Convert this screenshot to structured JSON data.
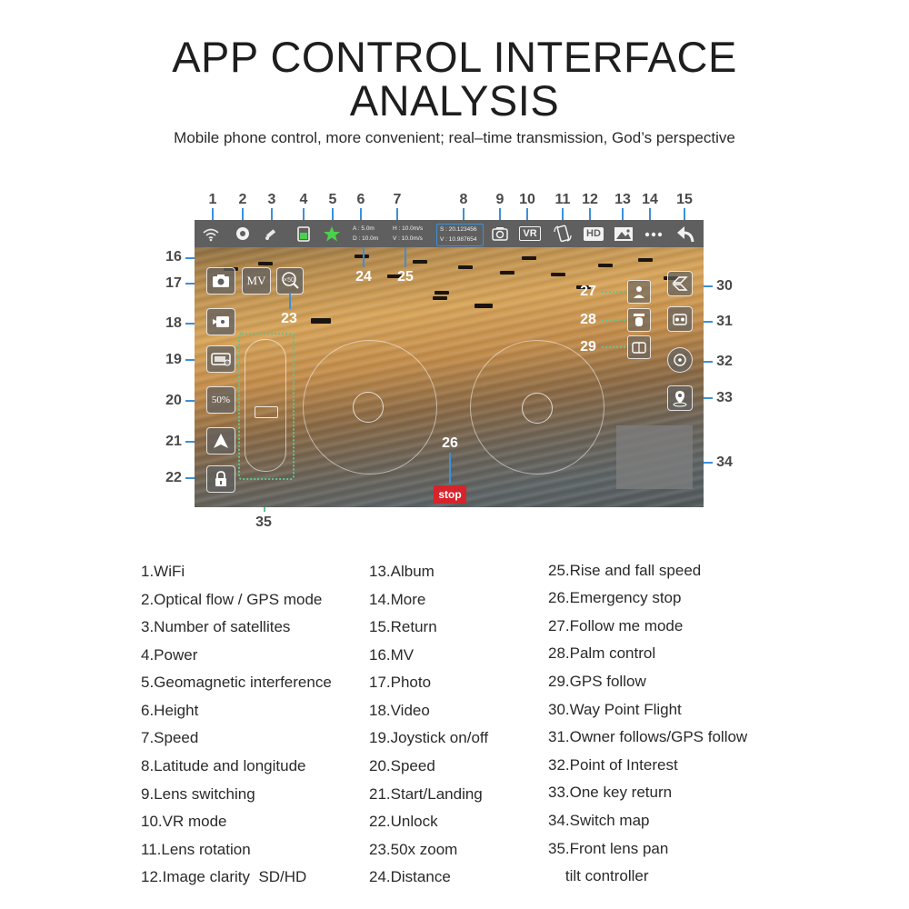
{
  "header": {
    "title_line1": "APP CONTROL INTERFACE",
    "title_line2": "ANALYSIS",
    "subtitle": "Mobile phone control, more convenient; real–time transmission, God’s perspective"
  },
  "callouts": {
    "top": [
      "1",
      "2",
      "3",
      "4",
      "5",
      "6",
      "7",
      "8",
      "9",
      "10",
      "11",
      "12",
      "13",
      "14",
      "15"
    ],
    "left": [
      "16",
      "17",
      "18",
      "19",
      "20",
      "21",
      "22"
    ],
    "right": [
      "30",
      "31",
      "32",
      "33",
      "34"
    ],
    "screen": [
      "23",
      "24",
      "25",
      "26",
      "27",
      "28",
      "29"
    ],
    "bottom": "35"
  },
  "screen": {
    "telemetry": {
      "height": "A : 5.0m",
      "distance": "D : 10.0m",
      "h_speed": "H : 10.0m/s",
      "v_speed": "V : 10.0m/s",
      "lat": "S : 20.123456",
      "lon": "V : 10.987654"
    },
    "top_icons": [
      "wifi-icon",
      "optical-flow-icon",
      "satellite-icon",
      "battery-icon",
      "geomagnetic-icon",
      "lens-switch-icon",
      "vr-icon",
      "lens-rotation-icon",
      "hd-icon",
      "album-icon",
      "more-icon",
      "return-icon"
    ],
    "vr_label": "VR",
    "hd_label": "HD",
    "mv_label": "MV",
    "zoom_label": "×50",
    "speed_label": "50%",
    "stop_label": "stop"
  },
  "legend": {
    "col1": [
      "1.WiFi",
      "2.Optical flow / GPS mode",
      "3.Number of satellites",
      "4.Power",
      "5.Geomagnetic interference",
      "6.Height",
      "7.Speed",
      "8.Latitude and longitude",
      "9.Lens switching",
      "10.VR mode",
      "11.Lens rotation",
      "12.Image clarity  SD/HD"
    ],
    "col2": [
      "13.Album",
      "14.More",
      "15.Return",
      "16.MV",
      "17.Photo",
      "18.Video",
      "19.Joystick on/off",
      "20.Speed",
      "21.Start/Landing",
      "22.Unlock",
      "23.50x zoom",
      "24.Distance"
    ],
    "col3": [
      "25.Rise and fall speed",
      "26.Emergency stop",
      "27.Follow me mode",
      "28.Palm control",
      "29.GPS follow",
      "30.Way Point Flight",
      "31.Owner follows/GPS follow",
      "32.Point of Interest",
      "33.One key return",
      "34.Switch map",
      "35.Front lens pan",
      "    tilt controller"
    ]
  }
}
